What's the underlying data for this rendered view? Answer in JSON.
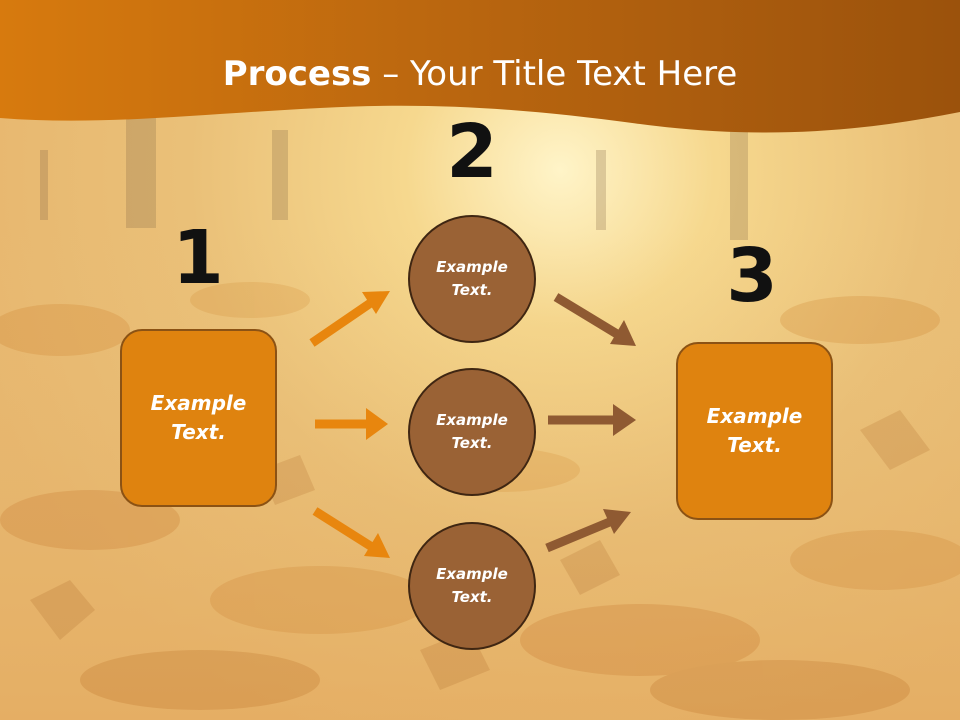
{
  "title": {
    "bold": "Process",
    "rest": " – Your Title Text Here"
  },
  "steps": {
    "one": "1",
    "two": "2",
    "three": "3"
  },
  "nodes": {
    "start": "Example\nText.",
    "top": "Example\nText.",
    "middle": "Example\nText.",
    "bottom": "Example\nText.",
    "end": "Example\nText."
  },
  "colors": {
    "header": "#c87010",
    "box_fill": "#df830f",
    "circle_fill": "#9a6235",
    "arrow_orange": "#e8860e",
    "arrow_brown": "#8f5a32"
  }
}
